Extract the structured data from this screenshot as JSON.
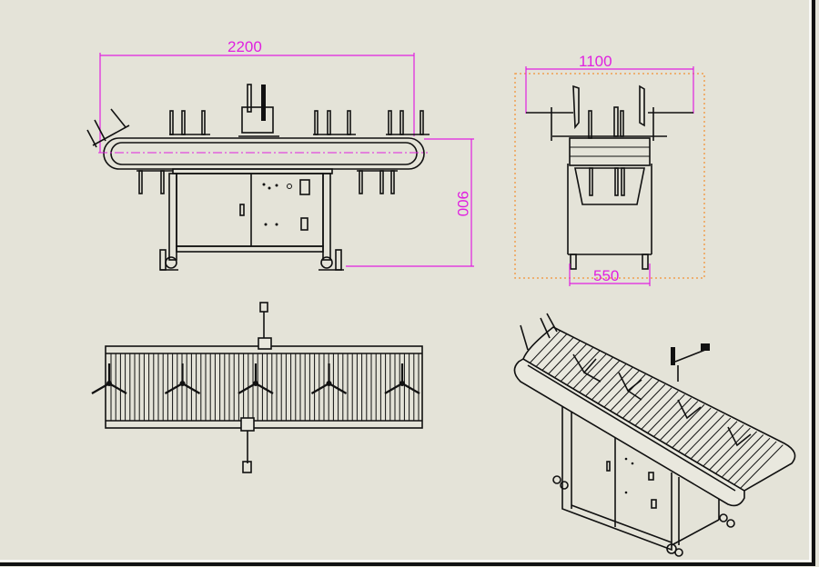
{
  "drawing": {
    "front_view": {
      "length_label": "2200",
      "height_label": "900"
    },
    "side_view": {
      "width_label": "1100",
      "base_label": "550"
    },
    "top_view": {
      "fixture_count": 5
    },
    "iso_view": {}
  },
  "colors": {
    "background": "#e4e3d8",
    "dimension": "#e020e0",
    "outline": "#111111",
    "bounding_box": "#f0a050"
  }
}
